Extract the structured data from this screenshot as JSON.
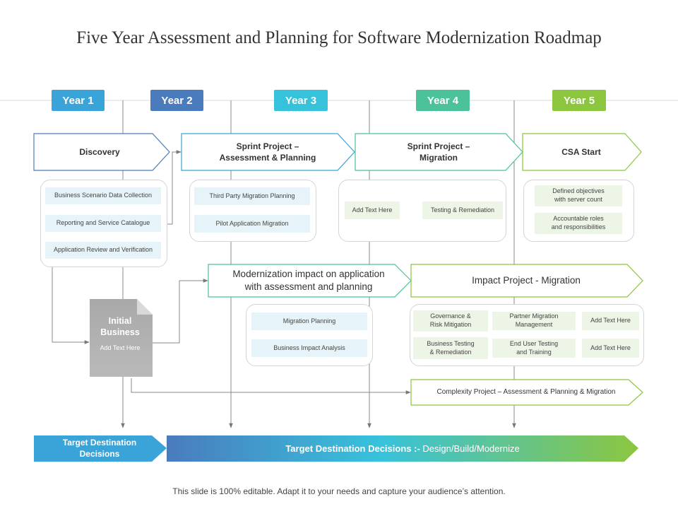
{
  "title": "Five Year Assessment and Planning for Software Modernization Roadmap",
  "years": [
    {
      "label": "Year 1",
      "color": "#3aa3d8"
    },
    {
      "label": "Year 2",
      "color": "#4a7bbd"
    },
    {
      "label": "Year 3",
      "color": "#37c2dc"
    },
    {
      "label": "Year 4",
      "color": "#4cc29a"
    },
    {
      "label": "Year 5",
      "color": "#8cc63f"
    }
  ],
  "phases": {
    "discovery": "Discovery",
    "sprint_assessment": "Sprint Project –\nAssessment  & Planning",
    "sprint_migration": "Sprint Project –\nMigration",
    "csa_start": "CSA  Start",
    "modernization_impact": "Modernization impact on application\nwith assessment and planning",
    "impact_migration": "Impact Project - Migration",
    "complexity": "Complexity Project – Assessment & Planning & Migration"
  },
  "discovery_items": [
    "Business Scenario Data Collection",
    "Reporting and Service Catalogue",
    "Application Review and Verification"
  ],
  "assessment_items": [
    "Third Party Migration Planning",
    "Pilot Application Migration"
  ],
  "migration_items": [
    "Add Text Here",
    "Testing & Remediation"
  ],
  "csa_items": [
    "Defined objectives\nwith server count",
    "Accountable roles\nand responsibilities"
  ],
  "modernization_items": [
    "Migration Planning",
    "Business Impact Analysis"
  ],
  "impact_items": [
    "Governance &\nRisk Mitigation",
    "Partner Migration\nManagement",
    "Add Text Here",
    "Business Testing\n& Remediation",
    "End User Testing\nand Training",
    "Add Text Here"
  ],
  "initial_business": {
    "title": "Initial\nBusiness",
    "subtitle": "Add Text Here"
  },
  "target": {
    "left_label": "Target Destination\nDecisions",
    "right_bold": "Target Destination Decisions :-",
    "right_normal": " Design/Build/Modernize"
  },
  "footer": "This slide is 100% editable. Adapt it to your needs and capture your audience’s attention."
}
